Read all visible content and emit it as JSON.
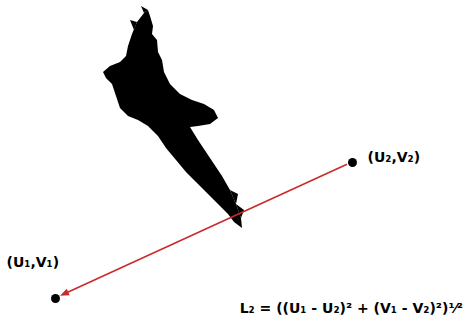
{
  "diagram": {
    "nodes": [
      {
        "text": [
          "(U₁,V₁)"
        ]
      },
      {
        "text": [
          "(U₂,V₂)"
        ]
      }
    ],
    "edges": [
      {
        "from": 1,
        "to": 0,
        "arrow": "to"
      }
    ],
    "labels": [
      "L₂ = ((U₁ - U₂)² + (V₁ - V₂)²)¹⁄²"
    ]
  }
}
